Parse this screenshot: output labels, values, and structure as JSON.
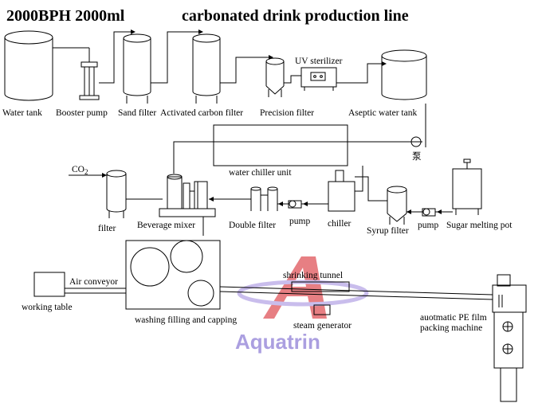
{
  "title": {
    "left": "2000BPH 2000ml",
    "right": "carbonated drink production line"
  },
  "labels": {
    "water_tank": "Water tank",
    "booster_pump": "Booster pump",
    "sand_filter": "Sand filter",
    "activated_carbon_filter": "Activated carbon filter",
    "precision_filter": "Precision filter",
    "uv_sterilizer": "UV sterilizer",
    "aseptic_water_tank": "Aseptic water tank",
    "pump_cn": "泵",
    "co2_main": "CO",
    "co2_sub": "2",
    "water_chiller_unit": "water chiller unit",
    "filter": "filter",
    "beverage_mixer": "Beverage mixer",
    "double_filter": "Double filter",
    "pump1": "pump",
    "chiller": "chiller",
    "syrup_filter": "Syrup filter",
    "pump2": "pump",
    "sugar_melting_pot": "Sugar melting pot",
    "air_conveyor": "Air conveyor",
    "shrinking_tunnel": "shrinking tunnel",
    "working_table": "working table",
    "washing_filling_capping": "washing filling and capping",
    "steam_generator": "steam generator",
    "packing_line1": "auotmatic PE film",
    "packing_line2": "packing machine"
  },
  "watermark": {
    "text": "Aquatrin",
    "logo_color": "#e0555a",
    "text_color": "#8f7fd6"
  }
}
